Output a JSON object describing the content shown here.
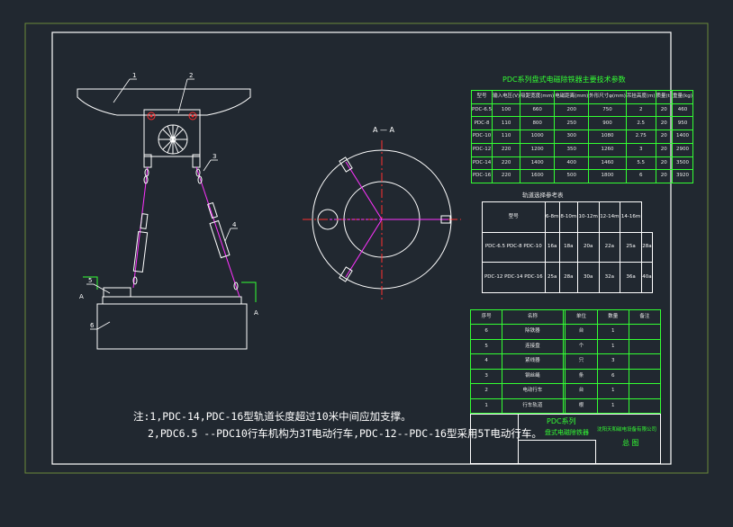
{
  "drawing": {
    "section_label": "A — A",
    "section_mark_a": "A",
    "parts_callouts": [
      "1",
      "2",
      "3",
      "4",
      "5",
      "6"
    ]
  },
  "spec_table": {
    "title": "PDC系列盘式电磁除铁器主要技术参数",
    "headers": [
      "型号",
      "输入电压(V)",
      "吸距宽度(mm)",
      "电磁距离(mm)",
      "外形尺寸φ(mm)",
      "吊挂高度(m)",
      "质量(t)",
      "重量(kg)"
    ],
    "rows": [
      [
        "PDC-6.5",
        "100",
        "660",
        "200",
        "750",
        "2",
        "20",
        "460"
      ],
      [
        "PDC-8",
        "110",
        "800",
        "250",
        "900",
        "2.5",
        "20",
        "950"
      ],
      [
        "PDC-10",
        "110",
        "1000",
        "300",
        "1080",
        "2.75",
        "20",
        "1400"
      ],
      [
        "PDC-12",
        "220",
        "1200",
        "350",
        "1260",
        "3",
        "20",
        "2900"
      ],
      [
        "PDC-14",
        "220",
        "1400",
        "400",
        "1460",
        "5.5",
        "20",
        "3500"
      ],
      [
        "PDC-16",
        "220",
        "1600",
        "500",
        "1800",
        "6",
        "20",
        "3920"
      ]
    ]
  },
  "rail_table": {
    "title": "轨道选择参考表",
    "headers": [
      "型号",
      "6-8m",
      "8-10m",
      "10-12m",
      "12-14m",
      "14-16m"
    ],
    "rows": [
      [
        "PDC-6.5 PDC-8 PDC-10",
        "16a",
        "18a",
        "20a",
        "22a",
        "25a",
        "28a"
      ],
      [
        "PDC-12 PDC-14 PDC-16",
        "25a",
        "28a",
        "30a",
        "32a",
        "36a",
        "40a"
      ]
    ]
  },
  "parts_table": {
    "headers": [
      "序号",
      "名称",
      "",
      "单位",
      "数量",
      "备注"
    ],
    "rows": [
      [
        "6",
        "除铁器",
        "",
        "台",
        "1",
        ""
      ],
      [
        "5",
        "连接盘",
        "",
        "个",
        "1",
        ""
      ],
      [
        "4",
        "紧线器",
        "",
        "只",
        "3",
        ""
      ],
      [
        "3",
        "钢丝绳",
        "",
        "条",
        "6",
        ""
      ],
      [
        "2",
        "电动行车",
        "",
        "台",
        "1",
        ""
      ],
      [
        "1",
        "行车轨道",
        "",
        "根",
        "1",
        ""
      ]
    ]
  },
  "title_block": {
    "series": "PDC系列",
    "name": "盘式电磁除铁器",
    "company": "沈阳天和磁电设备有限公司",
    "drawing_type": "总 图"
  },
  "notes": {
    "line1": "注:1,PDC-14,PDC-16型轨道长度超过10米中间应加支撑。",
    "line2": "2,PDC6.5 --PDC10行车机构为3T电动行车,PDC-12--PDC-16型采用5T电动行车。"
  },
  "colors": {
    "background": "#212830",
    "frame": "#ffffff",
    "grid": "#33ff33",
    "accent_red": "#ff2020",
    "accent_magenta": "#ff33ff",
    "title_green": "#33ff33"
  }
}
